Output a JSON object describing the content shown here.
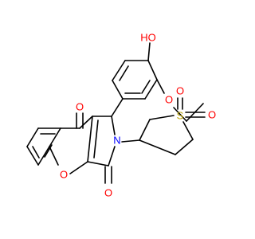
{
  "colors": {
    "background": "#ffffff",
    "bond": "#000000",
    "oxygen": "#ff0000",
    "nitrogen": "#0000ff",
    "sulfur": "#b8a000"
  },
  "atom_labels": {
    "hydroxyl": "HO",
    "ether_oxygen": "O",
    "ketone_oxygen": "O",
    "ring_oxygen": "O",
    "lactam_oxygen": "O",
    "nitrogen": "N",
    "sulfur": "S",
    "sulfonyl_oxygen_top": "O",
    "sulfonyl_oxygen_right": "O"
  }
}
